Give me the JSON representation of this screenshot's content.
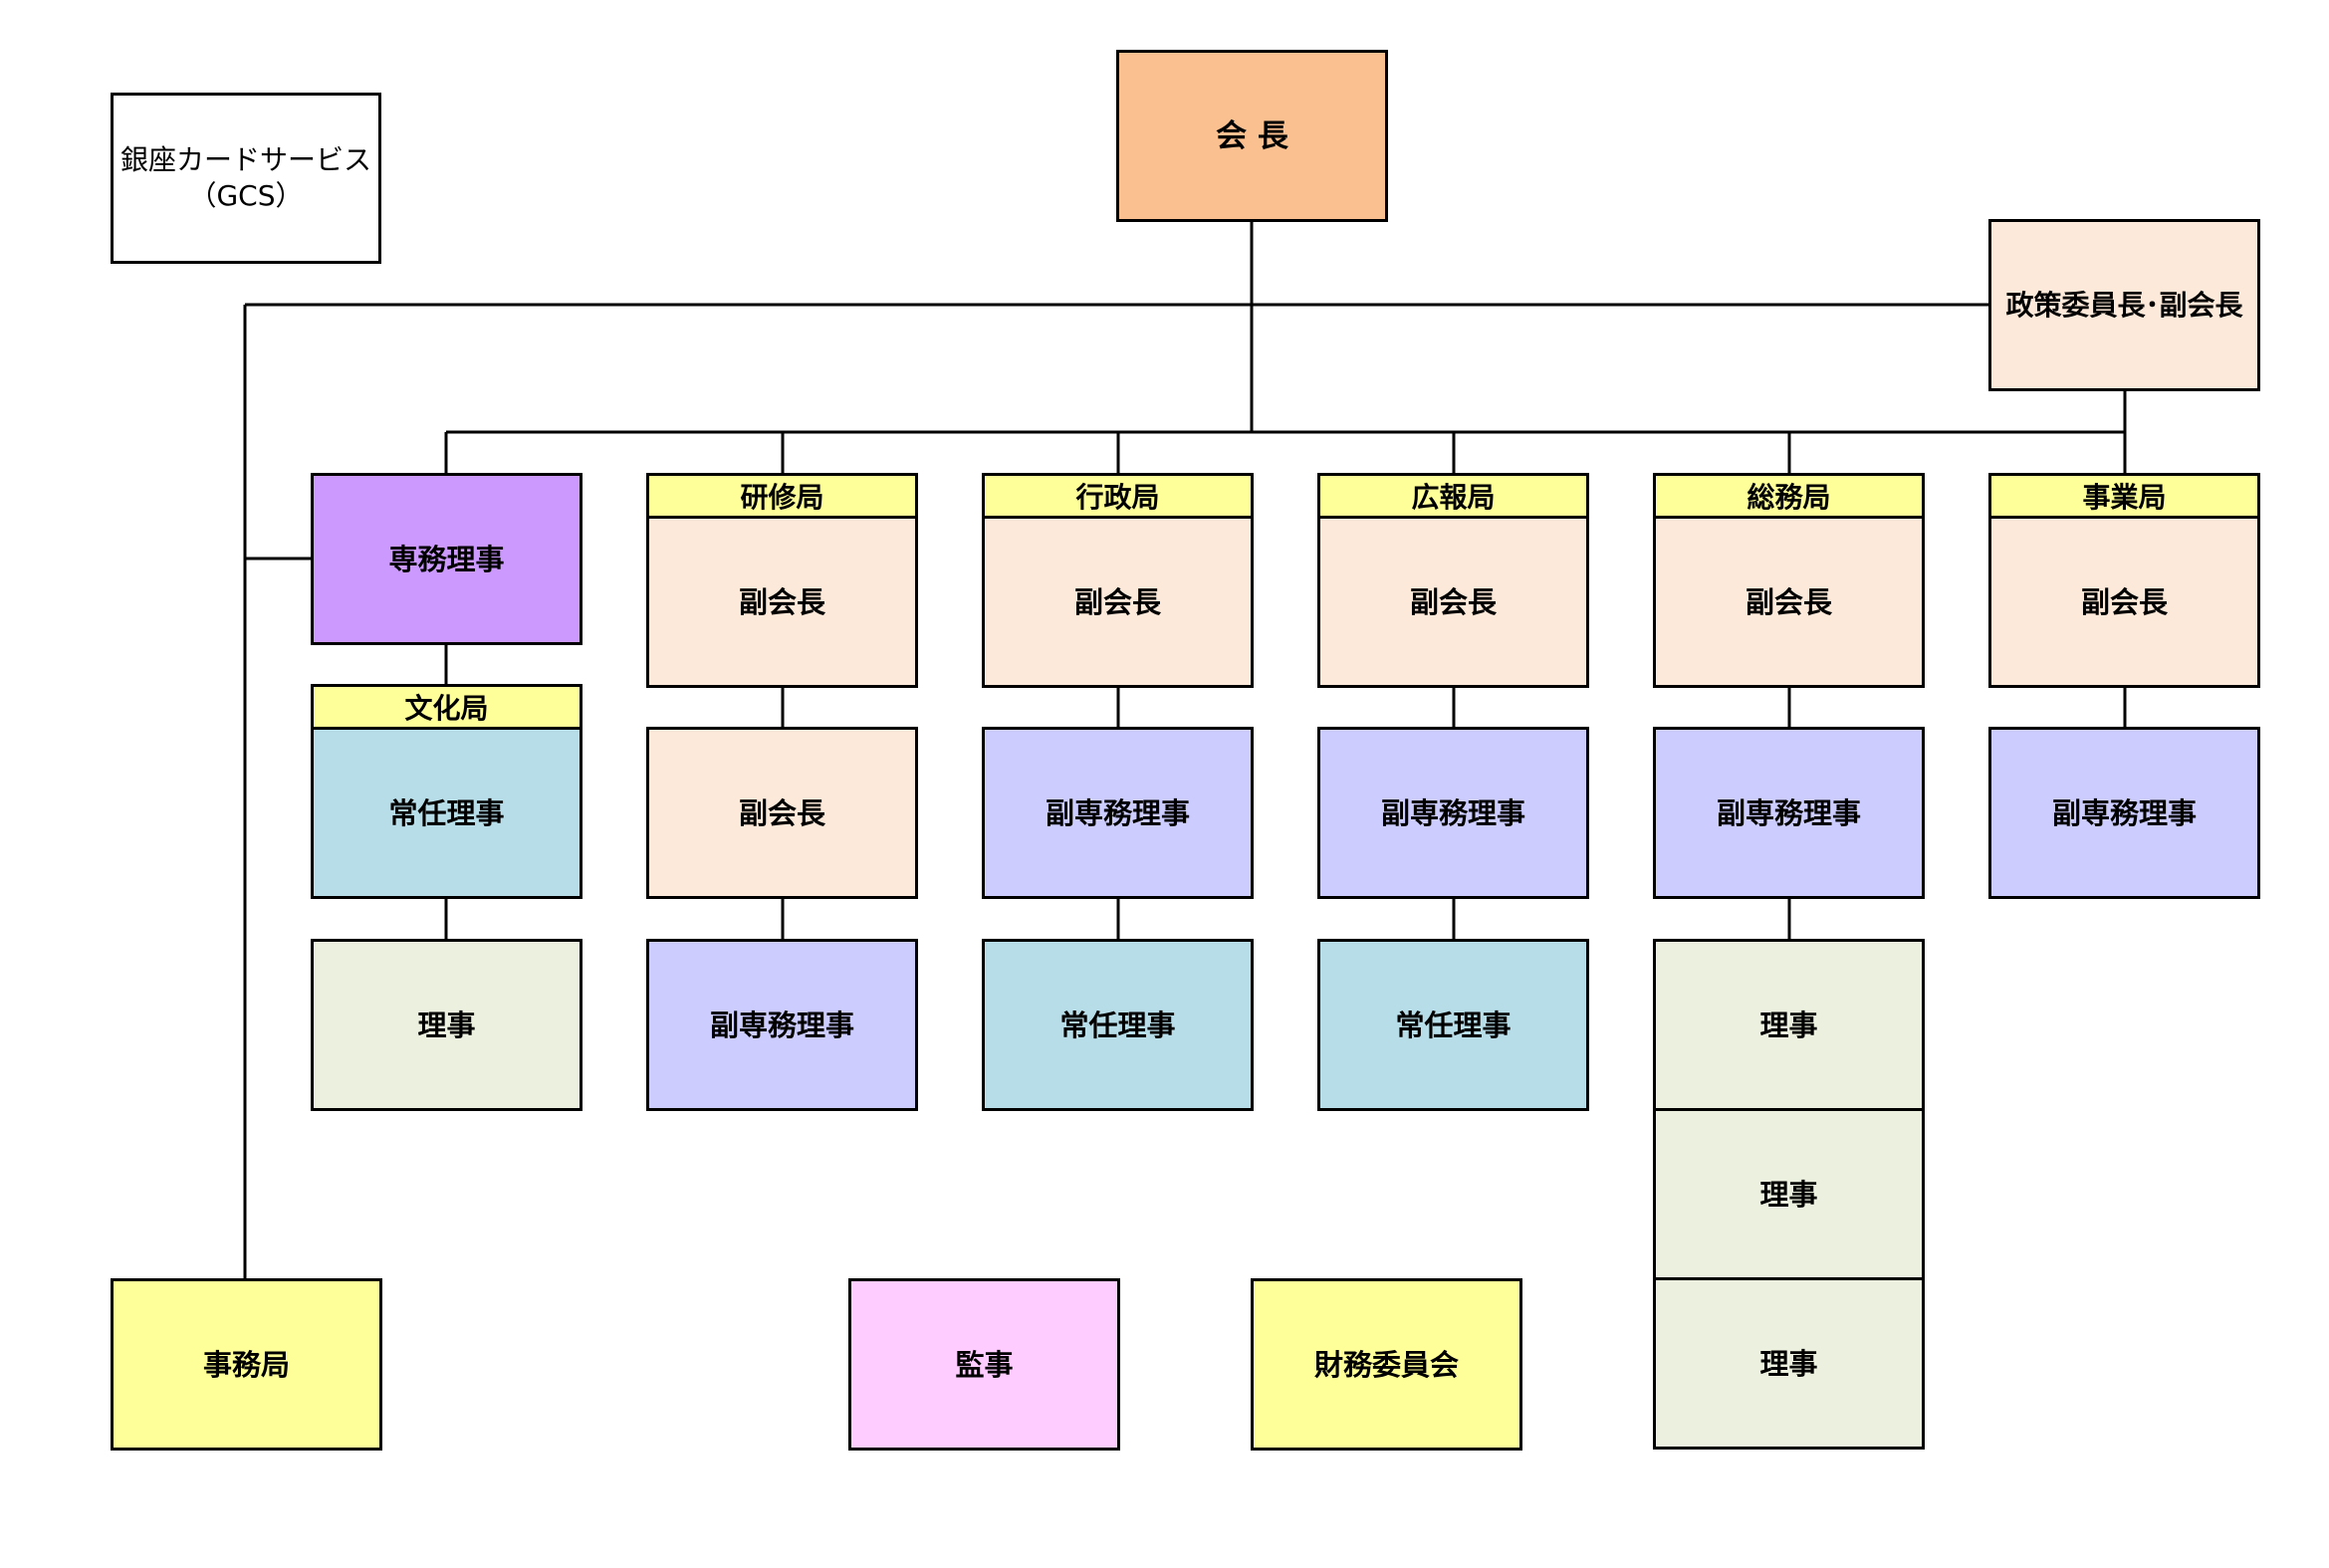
{
  "colors": {
    "president": "#fac090",
    "vice_president": "#fde9d9",
    "senior_director": "#cc99ff",
    "deputy_senior_director": "#ccccff",
    "executive_director": "#b7dde8",
    "director": "#ebf1de",
    "bureau_header": "#ffff99",
    "office": "#ffff99",
    "auditor": "#ffccff",
    "white": "#ffffff"
  },
  "org": {
    "gcs_line1": "銀座カードサービス",
    "gcs_line2": "（GCS）",
    "president": "会 長",
    "policy_chair": "政策委員長･副会長",
    "senior_director": "専務理事",
    "culture_bureau": "文化局",
    "culture_exec": "常任理事",
    "culture_director": "理事",
    "training": {
      "header": "研修局",
      "r1": "副会長",
      "r2": "副会長",
      "r3": "副専務理事"
    },
    "admin": {
      "header": "行政局",
      "r1": "副会長",
      "r2": "副専務理事",
      "r3": "常任理事"
    },
    "pr": {
      "header": "広報局",
      "r1": "副会長",
      "r2": "副専務理事",
      "r3": "常任理事"
    },
    "general": {
      "header": "総務局",
      "r1": "副会長",
      "r2": "副専務理事",
      "r3": "理事",
      "r4": "理事",
      "r5": "理事"
    },
    "business": {
      "header": "事業局",
      "r1": "副会長",
      "r2": "副専務理事"
    },
    "secretariat": "事務局",
    "auditor": "監事",
    "finance_committee": "財務委員会"
  }
}
